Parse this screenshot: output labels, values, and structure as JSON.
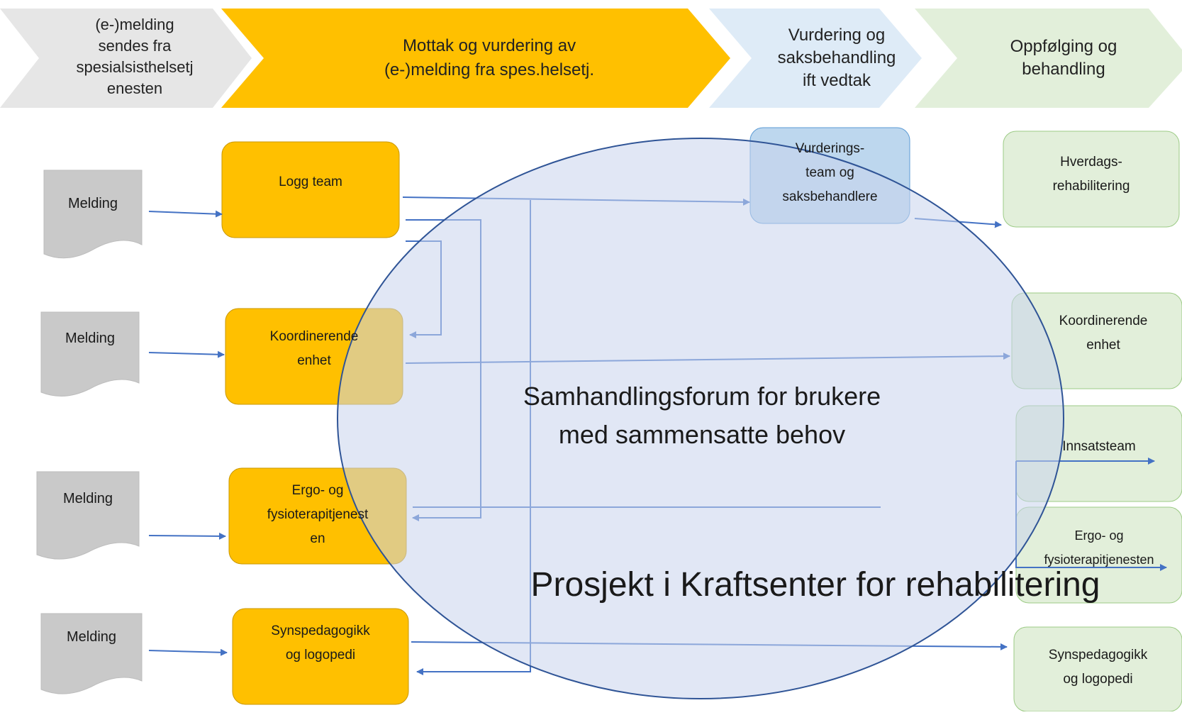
{
  "header": {
    "phases": [
      {
        "label": "(e-)melding sendes fra spesialsisthelsetj enesten",
        "lines": [
          "(e-)melding",
          "sendes fra",
          "spesialsisthelsetj",
          "enesten"
        ]
      },
      {
        "label": "Mottak og vurdering av (e-)melding fra spes.helsetj.",
        "lines": [
          "Mottak og vurdering av",
          "(e-)melding  fra spes.helsetj."
        ]
      },
      {
        "label": "Vurdering og saksbehandling ift vedtak",
        "lines": [
          "Vurdering og",
          "saksbehandling",
          "ift vedtak"
        ]
      },
      {
        "label": "Oppfølging og behandling",
        "lines": [
          "Oppfølging og",
          "behandling"
        ]
      }
    ]
  },
  "inputs": {
    "messages": [
      {
        "label": "Melding"
      },
      {
        "label": "Melding"
      },
      {
        "label": "Melding"
      },
      {
        "label": "Melding"
      }
    ]
  },
  "intake": {
    "units": [
      {
        "label": "Logg team",
        "lines": [
          "Logg team"
        ]
      },
      {
        "label": "Koordinerende enhet",
        "lines": [
          "Koordinerende",
          "enhet"
        ]
      },
      {
        "label": "Ergo- og fysioterapitjenesten",
        "lines": [
          "Ergo- og",
          "fysioterapitjenest",
          "en"
        ]
      },
      {
        "label": "Synspedagogikk og logopedi",
        "lines": [
          "Synspedagogikk",
          "og logopedi"
        ]
      }
    ]
  },
  "assessment": {
    "label": "Vurderings- team og saksbehandlere",
    "lines": [
      "Vurderings-",
      "team og",
      "saksbehandlere"
    ]
  },
  "followup": {
    "units": [
      {
        "label": "Hverdags- rehabilitering",
        "lines": [
          "Hverdags-",
          "rehabilitering"
        ]
      },
      {
        "label": "Koordinerende enhet",
        "lines": [
          "Koordinerende",
          "enhet"
        ]
      },
      {
        "label": "Innsatsteam",
        "lines": [
          "Innsatsteam"
        ]
      },
      {
        "label": "Ergo- og fysioterapitjenesten",
        "lines": [
          "Ergo- og",
          "fysioterapitjenesten"
        ]
      },
      {
        "label": "Synspedagogikk og logopedi",
        "lines": [
          "Synspedagogikk",
          "og logopedi"
        ]
      }
    ]
  },
  "overlay": {
    "forum_lines": [
      "Samhandlingsforum for brukere",
      "med sammensatte behov"
    ],
    "project": "Prosjekt i Kraftsenter for rehabilitering"
  },
  "colors": {
    "phase1": "#e6e6e6",
    "phase2": "#ffc000",
    "phase3": "#deebf7",
    "phase4": "#e2efda",
    "intake_fill": "#ffc000",
    "assess_fill": "#bdd7ee",
    "followup_fill": "#e2efda",
    "doc_fill": "#c9c9c9",
    "arrow": "#4472c4",
    "ellipse_fill": "#c9d4ec",
    "ellipse_stroke": "#2f5496"
  }
}
